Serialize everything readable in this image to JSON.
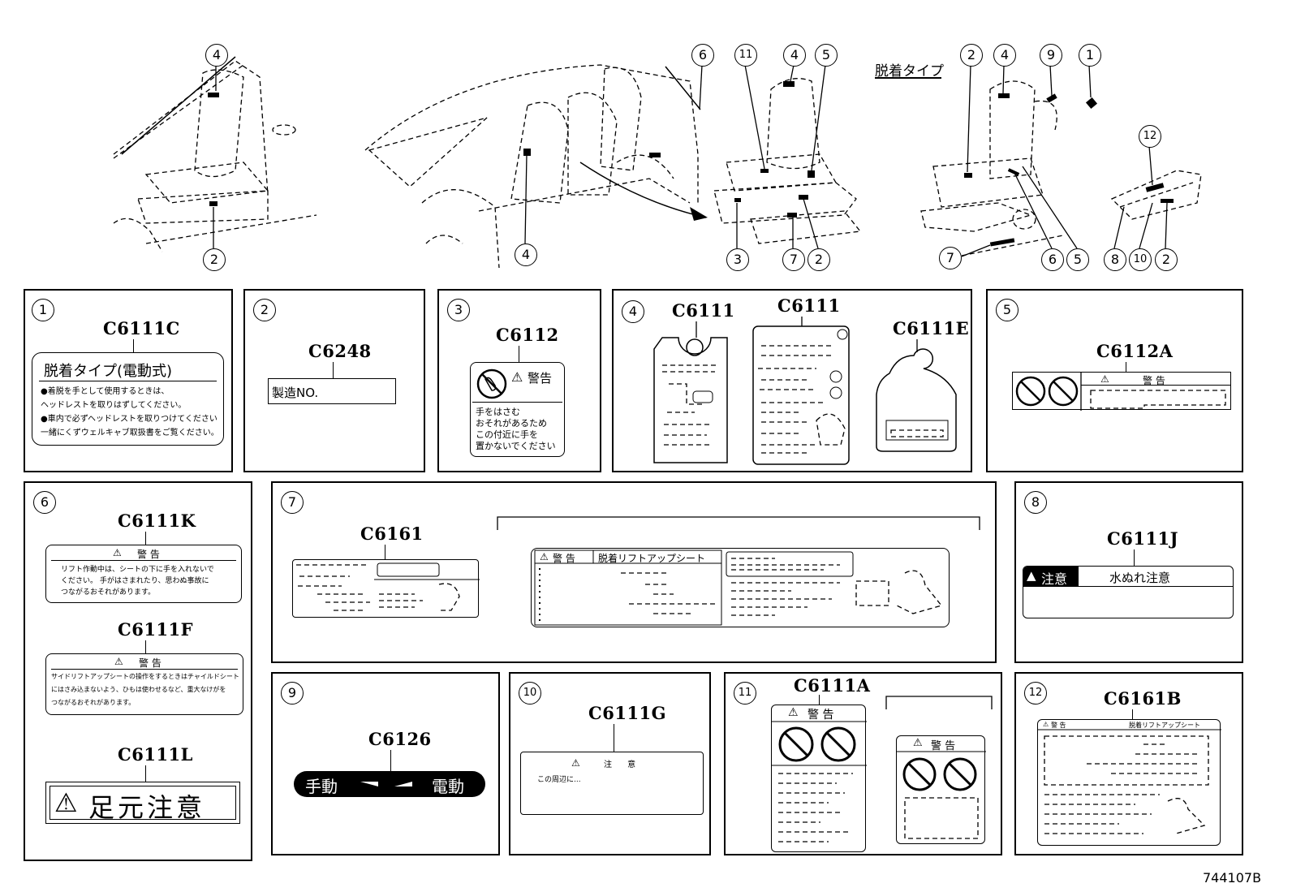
{
  "illustration": {
    "detach_type_label": "脱着タイプ",
    "callouts": [
      {
        "n": "4"
      },
      {
        "n": "2"
      },
      {
        "n": "6"
      },
      {
        "n": "4"
      },
      {
        "n": "11"
      },
      {
        "n": "4"
      },
      {
        "n": "5"
      },
      {
        "n": "3"
      },
      {
        "n": "7"
      },
      {
        "n": "2"
      },
      {
        "n": "2"
      },
      {
        "n": "4"
      },
      {
        "n": "9"
      },
      {
        "n": "1"
      },
      {
        "n": "12"
      },
      {
        "n": "7"
      },
      {
        "n": "6"
      },
      {
        "n": "5"
      },
      {
        "n": "8"
      },
      {
        "n": "10"
      },
      {
        "n": "2"
      }
    ]
  },
  "panels": [
    {
      "n": "1",
      "code": "C6111C",
      "lines": [
        "脱着タイプ(電動式)",
        "●着脱を手として使用するときは、",
        "ヘッドレストを取りはずしてください。",
        "●車内で必ずヘッドレストを取りつけてください",
        "一緒にくずウェルキャブ取扱書をご覧ください。"
      ]
    },
    {
      "n": "2",
      "code": "C6248",
      "lines": [
        "製造NO."
      ]
    },
    {
      "n": "3",
      "code": "C6112",
      "lines": [
        "警告",
        "手をはさむ",
        "おそれがあるため",
        "この付近に手を",
        "置かないでください"
      ]
    },
    {
      "n": "4",
      "codes": [
        "C6111",
        "C6111",
        "C6111E"
      ]
    },
    {
      "n": "5",
      "code": "C6112A",
      "lines": [
        "警 告"
      ]
    },
    {
      "n": "6",
      "codes": [
        "C6111K",
        "C6111F",
        "C6111L"
      ],
      "k_lines": [
        "警 告",
        "リフト作動中は、シートの下に手を入れないで",
        "ください。 手がはさまれたり、思わぬ事故に",
        "つながるおそれがあります。"
      ],
      "f_lines": [
        "警 告",
        "サイドリフトアップシートの操作をするときはチャイルドシート",
        "にはさみ込まないよう、ひもは使わせるなど、重大なけがを",
        "つながるおそれがあります。"
      ],
      "l_text": "足元注意"
    },
    {
      "n": "7",
      "code": "C6161",
      "lines": [
        "警 告",
        "脱着リフトアップシート"
      ]
    },
    {
      "n": "8",
      "code": "C6111J",
      "lines": [
        "注意",
        "水ぬれ注意"
      ]
    },
    {
      "n": "9",
      "code": "C6126",
      "lines": [
        "手動",
        "電動"
      ]
    },
    {
      "n": "10",
      "code": "C6111G",
      "lines": [
        "注 意",
        "この周辺に..."
      ]
    },
    {
      "n": "11",
      "code": "C6111A",
      "lines": [
        "警 告",
        "警 告"
      ]
    },
    {
      "n": "12",
      "code": "C6161B",
      "lines": [
        "警 告",
        "脱着リフトアップシート"
      ]
    }
  ],
  "footer": {
    "ref": "744107B"
  }
}
